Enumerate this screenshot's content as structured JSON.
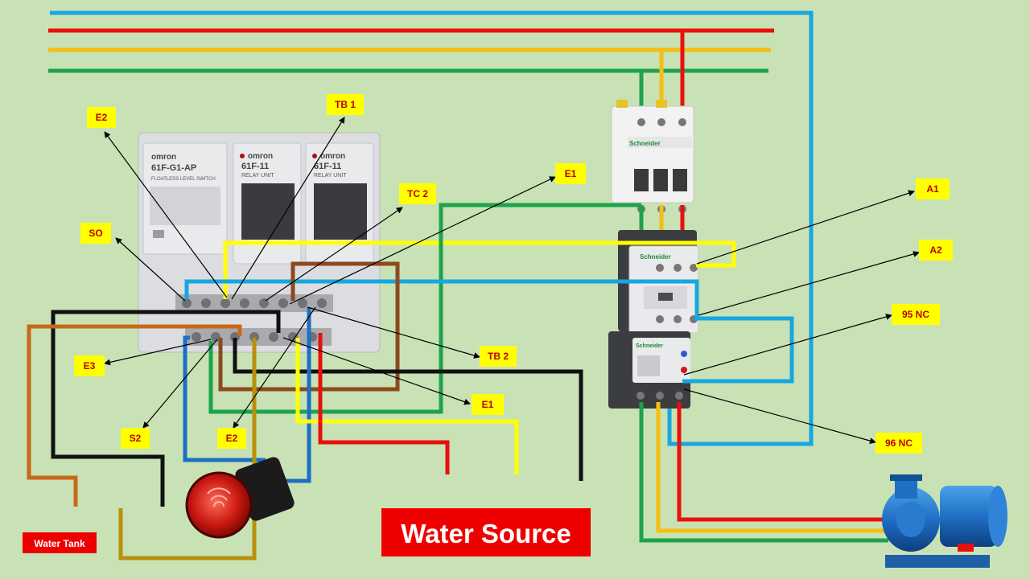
{
  "colors": {
    "background": "#c9e2b5",
    "phase_red": "#e8100c",
    "phase_yellow": "#f3bf10",
    "phase_green": "#1da34a",
    "neutral_blue": "#17a7e0",
    "wire_black": "#111111",
    "wire_brown": "#8b4a1e",
    "wire_orange": "#c8691a",
    "wire_gold": "#b8900a",
    "wire_darkblue": "#1c6fc4",
    "label_bg": "#ffff00",
    "label_text": "#c00000",
    "banner_red": "#ee0000"
  },
  "relay": {
    "brand_left": "omron",
    "model_left": "61F-G1-AP",
    "sub_left": "FLOATLESS LEVEL SWITCH",
    "brand_mid": "omron",
    "model_mid": "61F-11",
    "sub_mid": "RELAY UNIT",
    "brand_right": "omron",
    "model_right": "61F-11",
    "sub_right": "RELAY UNIT"
  },
  "breaker": {
    "brand": "Schneider"
  },
  "contactor": {
    "brand": "Schneider"
  },
  "overload": {
    "brand": "Schneider"
  },
  "labels": {
    "e2_top": "E2",
    "tb1": "TB 1",
    "e1_top": "E1",
    "tc2": "TC 2",
    "so": "SO",
    "a1": "A1",
    "a2": "A2",
    "nc95": "95 NC",
    "tb2": "TB 2",
    "e3": "E3",
    "e1_bottom": "E1",
    "s2": "S2",
    "e2_bottom": "E2",
    "nc96": "96 NC"
  },
  "banners": {
    "water_source": "Water Source",
    "water_tank": "Water Tank"
  }
}
